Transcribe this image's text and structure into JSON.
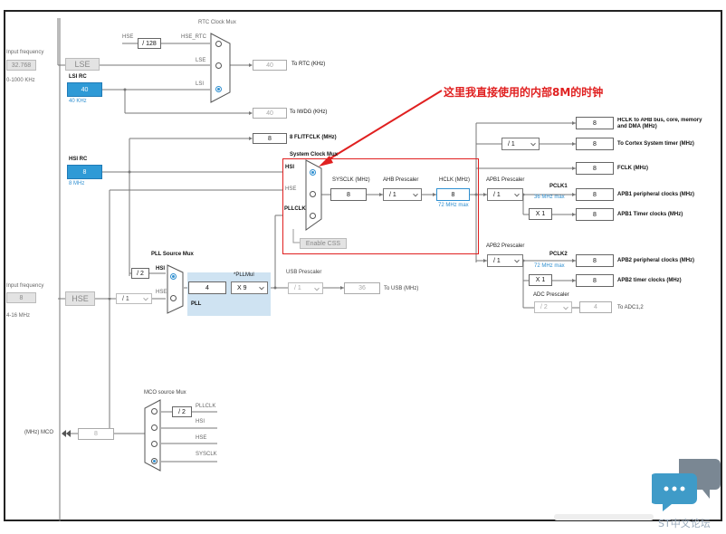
{
  "annotation": "这里我直接使用的内部8M的时钟",
  "watermark": "ST中文论坛",
  "input_lse": {
    "label": "Input frequency",
    "value": "32.768",
    "range": "0-1000 KHz"
  },
  "input_hse": {
    "label": "Input frequency",
    "value": "8",
    "range": "4-16 MHz"
  },
  "lse": "LSE",
  "hse": "HSE",
  "lsi_rc": {
    "label": "LSI RC",
    "value": "40",
    "unit": "40 KHz"
  },
  "hsi_rc": {
    "label": "HSI RC",
    "value": "8",
    "unit": "8 MHz"
  },
  "rtc_mux": {
    "title": "RTC Clock Mux",
    "hse_label": "HSE",
    "div": "/ 128",
    "hse_rtc": "HSE_RTC",
    "lse_label": "LSE",
    "lsi_label": "LSI",
    "value": "40",
    "out": "To RTC (KHz)"
  },
  "iwdg": {
    "value": "40",
    "out": "To IWDG (KHz)"
  },
  "flitf": {
    "value": "8",
    "out": "8 FLITFCLK (MHz)"
  },
  "sys_mux": {
    "title": "System Clock Mux",
    "hsi": "HSI",
    "hse": "HSE",
    "pllclk": "PLLCLK",
    "css": "Enable CSS"
  },
  "sysclk": {
    "label": "SYSCLK (MHz)",
    "value": "8"
  },
  "ahb": {
    "label": "AHB Prescaler",
    "value": "/ 1"
  },
  "hclk": {
    "label": "HCLK (MHz)",
    "value": "8",
    "max": "72 MHz max"
  },
  "apb1": {
    "label": "APB1 Prescaler",
    "value": "/ 1",
    "pclk": "PCLK1",
    "max": "36 MHz max",
    "timer_mult": "X 1"
  },
  "apb2": {
    "label": "APB2 Prescaler",
    "value": "/ 1",
    "pclk": "PCLK2",
    "max": "72 MHz max",
    "timer_mult": "X 1"
  },
  "adc": {
    "label": "ADC Prescaler",
    "value": "/ 2",
    "out": "4",
    "dest": "To ADC1,2"
  },
  "cortex_div": "/ 1",
  "outputs": [
    {
      "value": "8",
      "label": "HCLK to AHB bus, core, memory and DMA (MHz)"
    },
    {
      "value": "8",
      "label": "To Cortex System timer (MHz)"
    },
    {
      "value": "8",
      "label": "FCLK (MHz)"
    },
    {
      "value": "8",
      "label": "APB1 peripheral clocks (MHz)"
    },
    {
      "value": "8",
      "label": "APB1 Timer clocks (MHz)"
    },
    {
      "value": "8",
      "label": "APB2 peripheral clocks (MHz)"
    },
    {
      "value": "8",
      "label": "APB2 timer clocks (MHz)"
    }
  ],
  "pll_src": {
    "title": "PLL Source Mux",
    "div2": "/ 2",
    "hsi": "HSI",
    "hse": "HSE",
    "hse_div": "/ 1"
  },
  "pll": {
    "label": "PLL",
    "mul_label": "*PLLMul",
    "value": "4",
    "mul": "X 9"
  },
  "usb": {
    "label": "USB Prescaler",
    "value": "/ 1",
    "out": "36",
    "dest": "To USB (MHz)"
  },
  "mco": {
    "title": "MCO source Mux",
    "div2": "/ 2",
    "pllclk": "PLLCLK",
    "hsi": "HSI",
    "hse": "HSE",
    "sysclk": "SYSCLK",
    "label": "(MHz) MCO",
    "value": "8"
  }
}
